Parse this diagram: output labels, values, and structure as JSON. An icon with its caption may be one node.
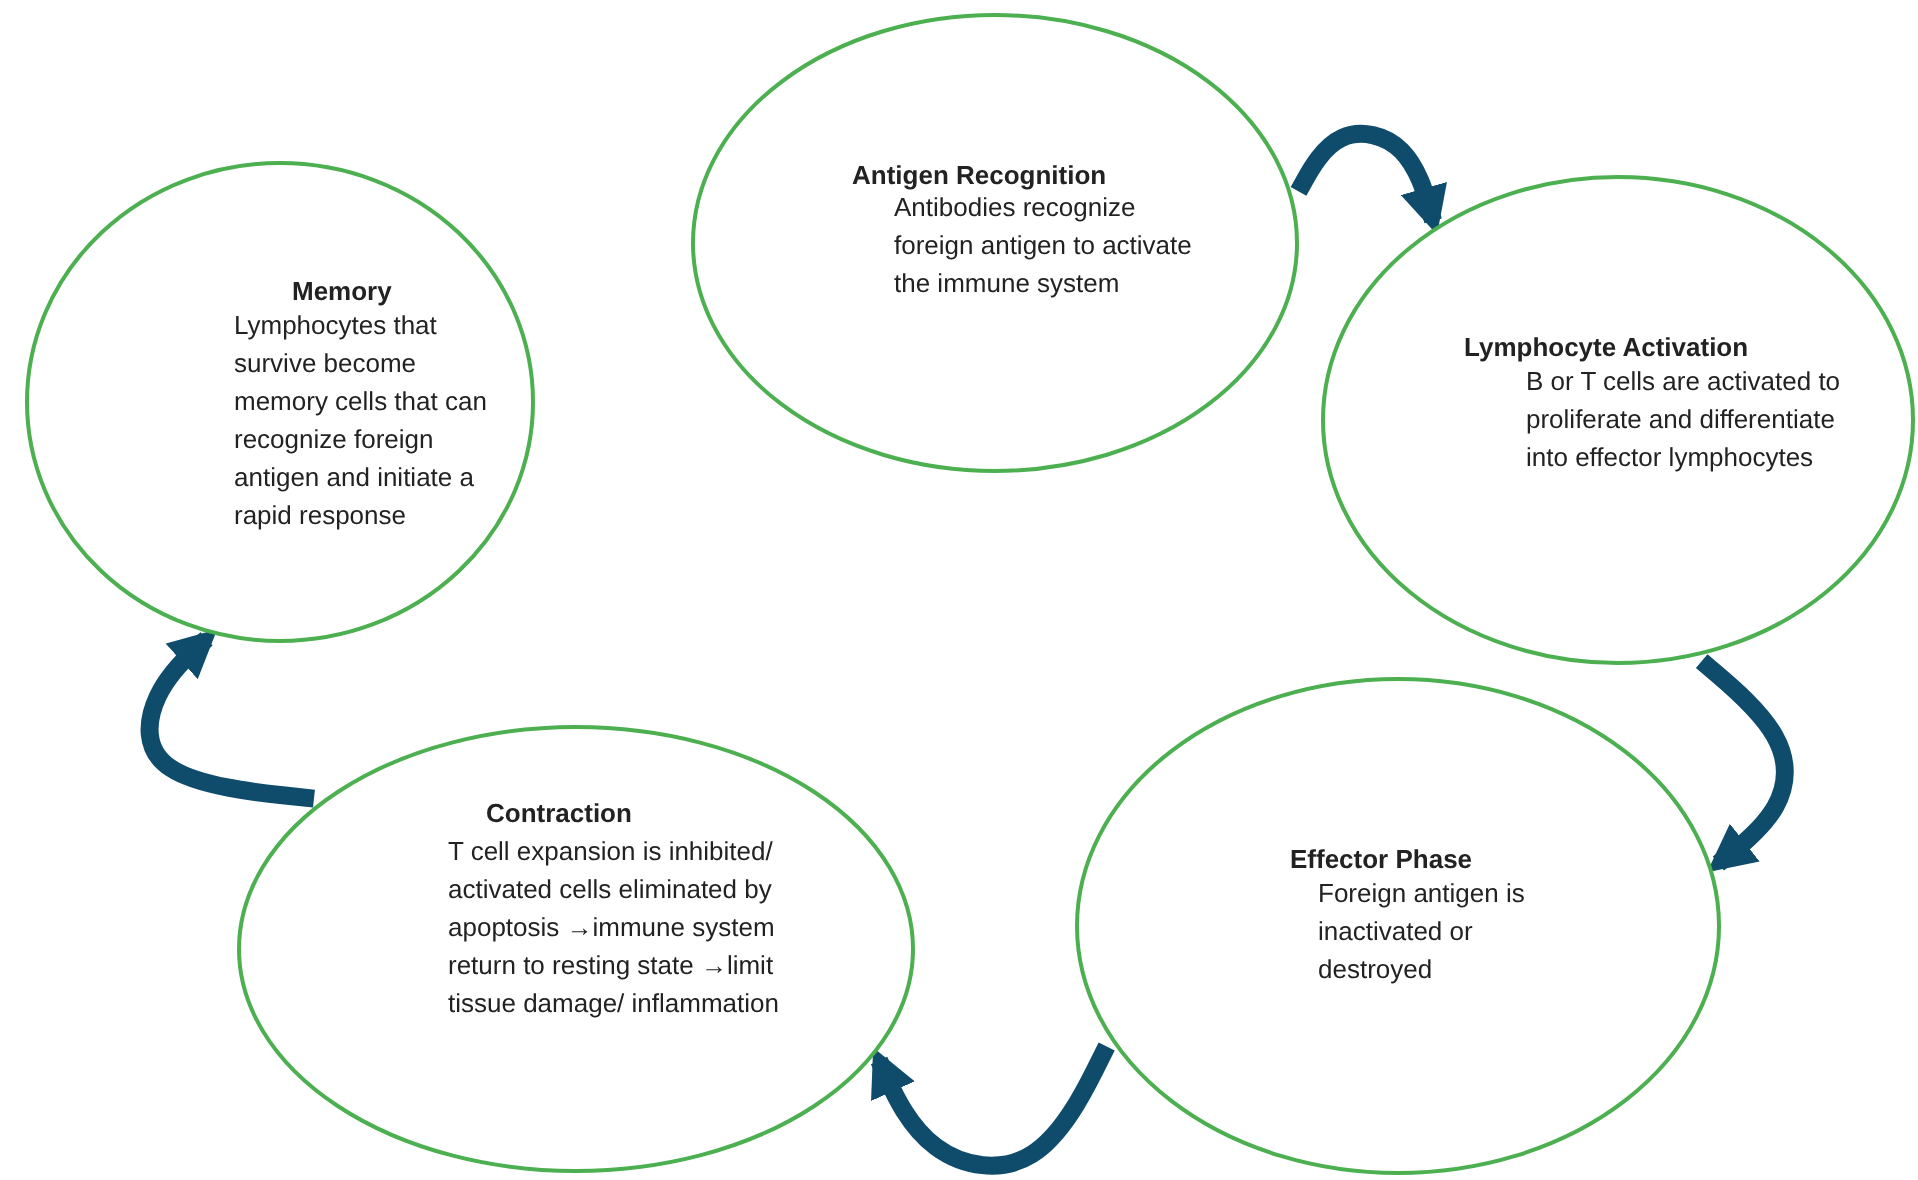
{
  "diagram": {
    "nodes": [
      {
        "text": [
          "Antigen Recognition",
          "Antibodies recognize foreign antigen to activate the immune system"
        ]
      },
      {
        "text": [
          "Lymphocyte Activation",
          "B or T cells are activated to proliferate and differentiate into effector lymphocytes"
        ]
      },
      {
        "text": [
          "Effector Phase",
          "Foreign antigen is inactivated or destroyed"
        ]
      },
      {
        "text": [
          "Contraction",
          "T cell expansion is inhibited/ activated cells eliminated by apoptosis →immune system return to resting state →limit tissue damage/ inflammation"
        ]
      },
      {
        "text": [
          "Memory",
          "Lymphocytes that survive become memory cells that can recognize foreign antigen and initiate a rapid response"
        ]
      }
    ],
    "edges": [
      {
        "from": 0,
        "to": 1,
        "arrow": "to"
      },
      {
        "from": 1,
        "to": 2,
        "arrow": "to"
      },
      {
        "from": 2,
        "to": 3,
        "arrow": "to"
      },
      {
        "from": 3,
        "to": 4,
        "arrow": "to"
      }
    ]
  }
}
